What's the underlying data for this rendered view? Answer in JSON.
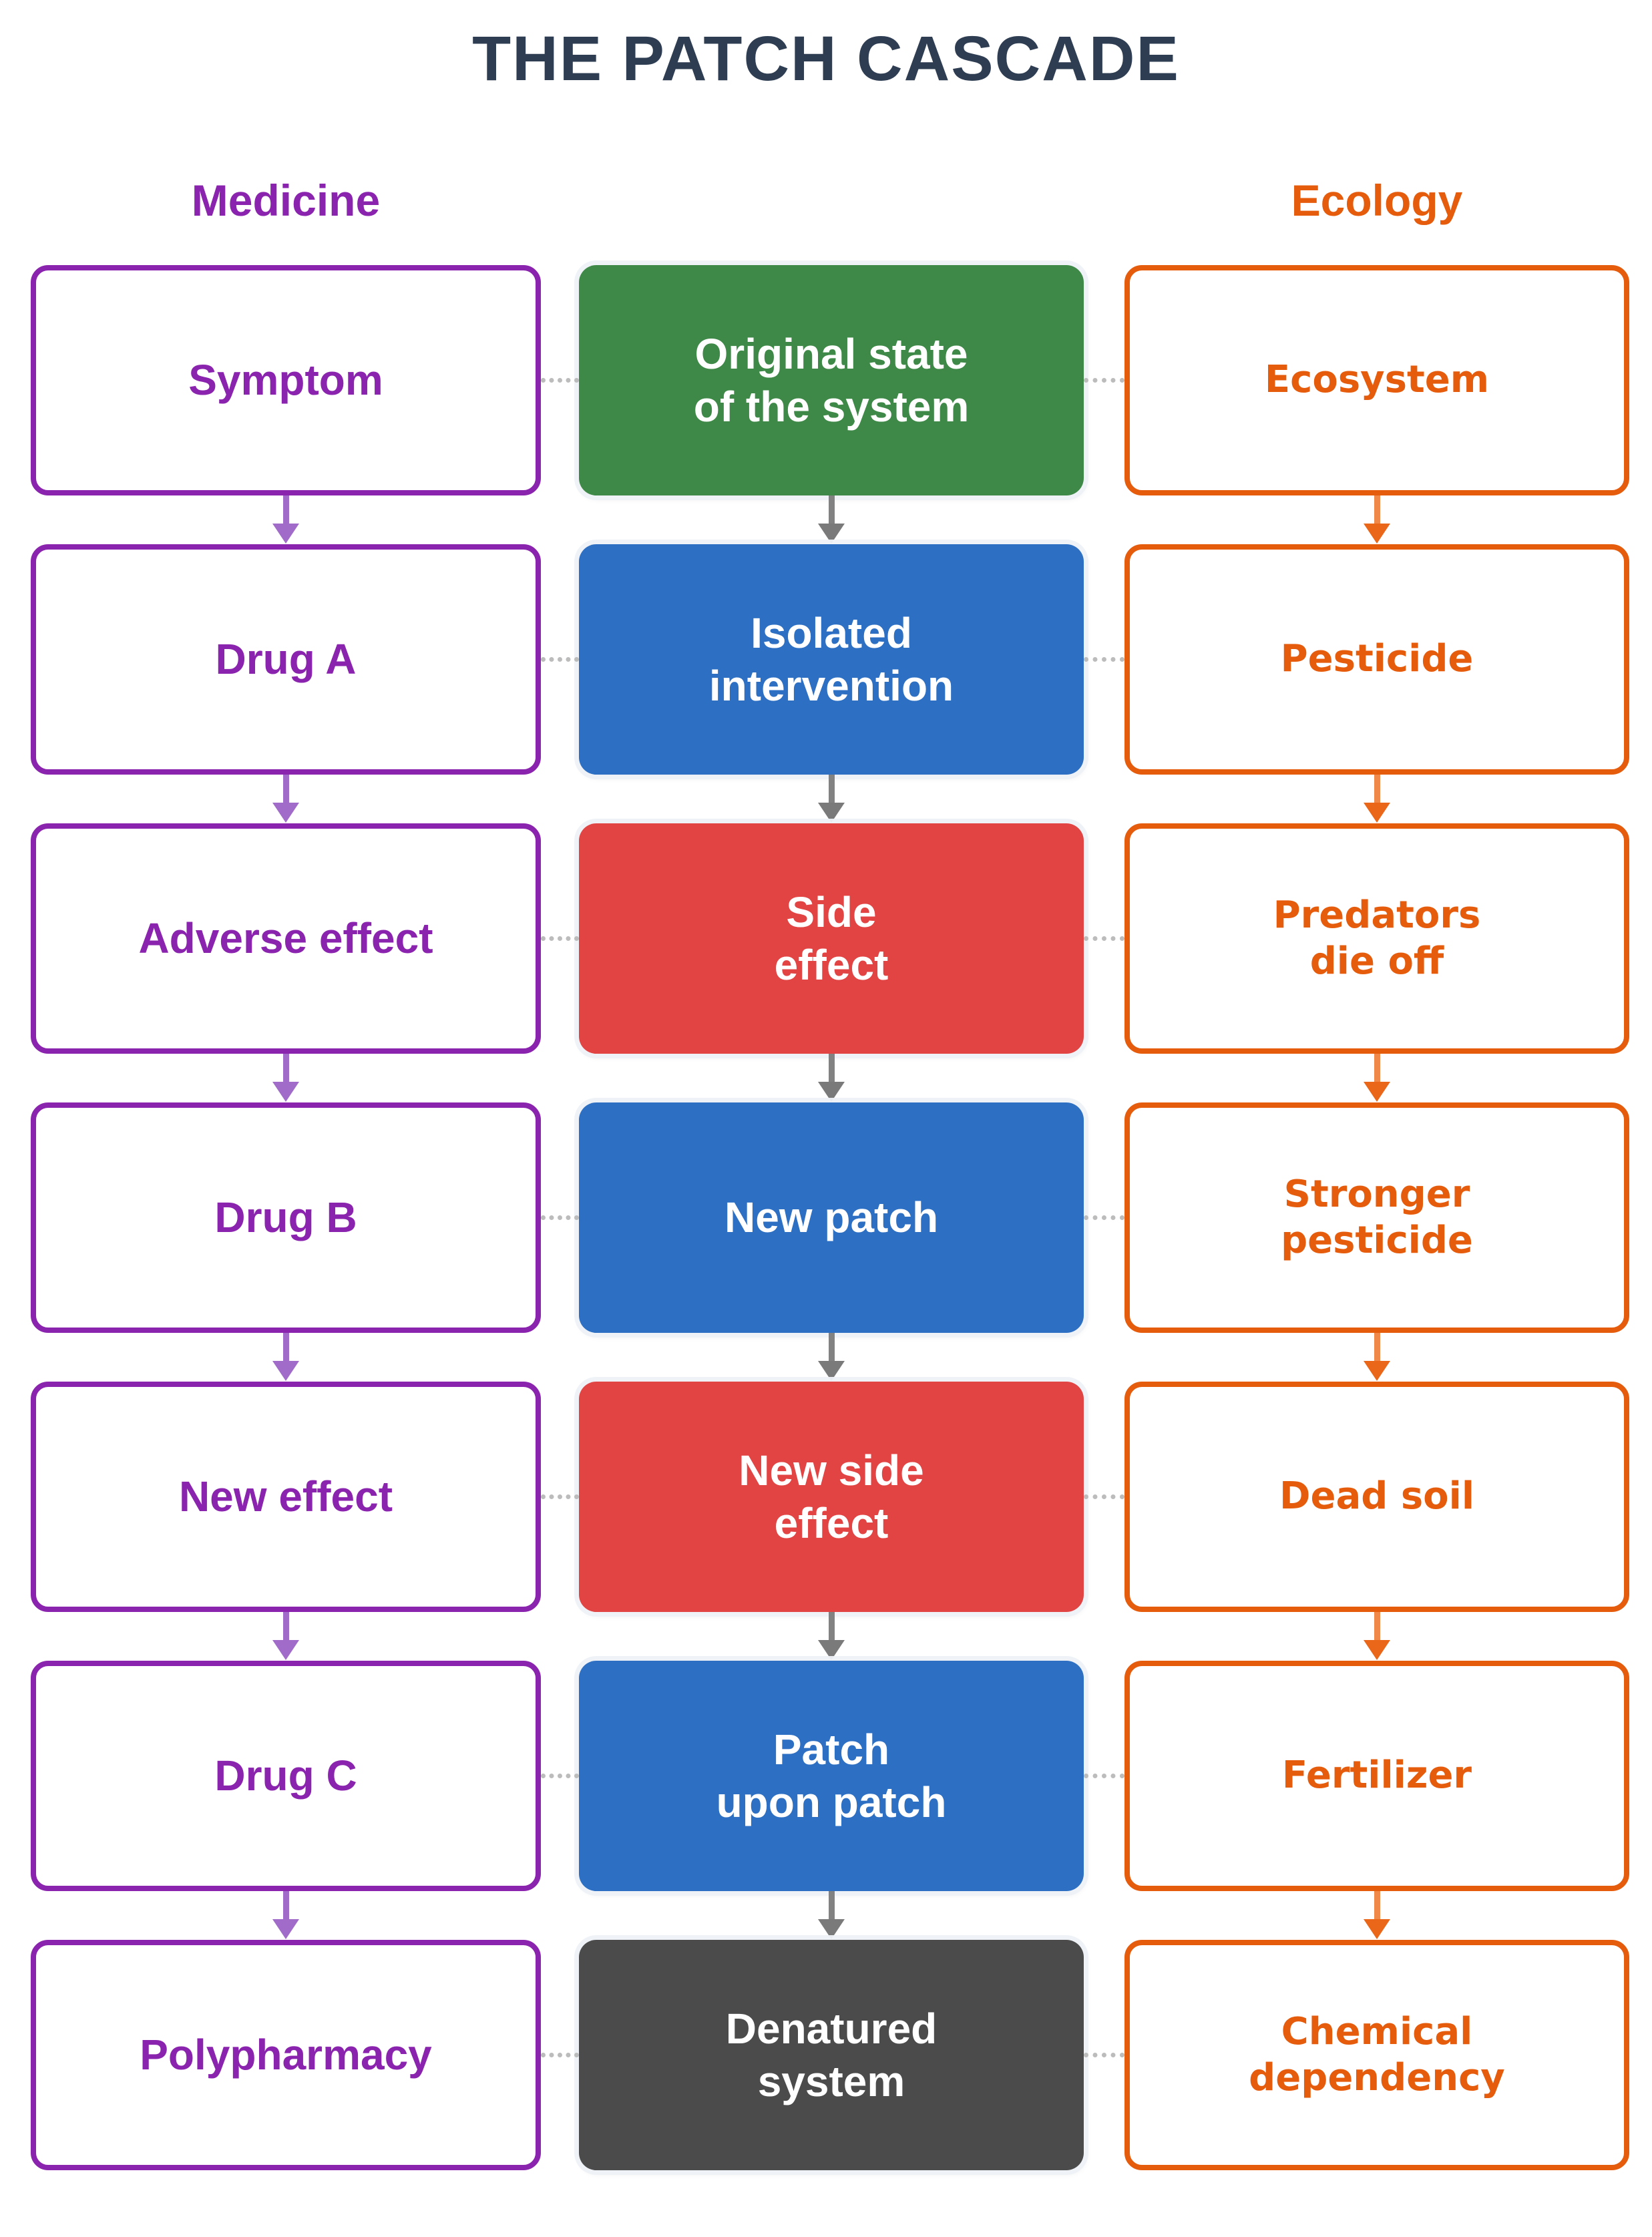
{
  "title": "THE PATCH CASCADE",
  "title_color": "#2e3d52",
  "columns": {
    "medicine": {
      "header": "Medicine",
      "color": "#8a23ad",
      "arrow_color": "#a16cc9"
    },
    "system": {
      "arrow_color": "#828282",
      "halo_color": "#eef2f7"
    },
    "ecology": {
      "header": "Ecology",
      "color": "#e65c0d",
      "arrow_color": "#ef8444"
    }
  },
  "connector_color": "#bcbcbc",
  "system_colors": {
    "green": "#3e8947",
    "blue": "#2d6fc3",
    "red": "#e24444",
    "dark": "#4b4b4b"
  },
  "rows": [
    {
      "medicine": "Symptom",
      "system": "Original state\nof the system",
      "system_color": "#3e8947",
      "ecology": "Ecosystem"
    },
    {
      "medicine": "Drug A",
      "system": "Isolated\nintervention",
      "system_color": "#2d6fc3",
      "ecology": "Pesticide"
    },
    {
      "medicine": "Adverse effect",
      "system": "Side\neffect",
      "system_color": "#e24444",
      "ecology": "Predators\ndie off"
    },
    {
      "medicine": "Drug B",
      "system": "New patch",
      "system_color": "#2d6fc3",
      "ecology": "Stronger\npesticide"
    },
    {
      "medicine": "New effect",
      "system": "New side\neffect",
      "system_color": "#e24444",
      "ecology": "Dead soil"
    },
    {
      "medicine": "Drug C",
      "system": "Patch\nupon patch",
      "system_color": "#2d6fc3",
      "ecology": "Fertilizer"
    },
    {
      "medicine": "Polypharmacy",
      "system": "Denatured\nsystem",
      "system_color": "#4b4b4b",
      "ecology": "Chemical\ndependency"
    }
  ]
}
